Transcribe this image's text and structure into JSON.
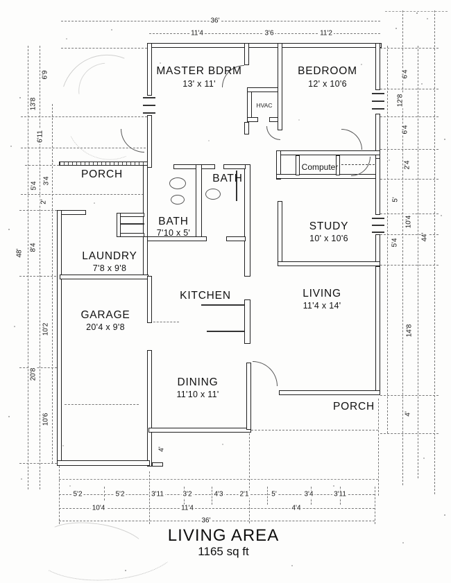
{
  "title": {
    "line1": "LIVING AREA",
    "line2": "1165 sq ft"
  },
  "rooms": [
    {
      "name": "MASTER BDRM",
      "size": "13' x 11'"
    },
    {
      "name": "BEDROOM",
      "size": "12' x 10'6"
    },
    {
      "name": "PORCH",
      "size": ""
    },
    {
      "name": "BATH",
      "size": ""
    },
    {
      "name": "BATH",
      "size": "7'10 x 5'"
    },
    {
      "name": "STUDY",
      "size": "10' x 10'6"
    },
    {
      "name": "LAUNDRY",
      "size": "7'8 x 9'8"
    },
    {
      "name": "KITCHEN",
      "size": ""
    },
    {
      "name": "LIVING",
      "size": "11'4 x 14'"
    },
    {
      "name": "GARAGE",
      "size": "20'4 x 9'8"
    },
    {
      "name": "DINING",
      "size": "11'10 x 11'"
    },
    {
      "name": "PORCH",
      "size": ""
    },
    {
      "name": "HVAC",
      "size": ""
    },
    {
      "name": "Computer",
      "size": ""
    }
  ],
  "dims": {
    "top": [
      "36'",
      "11'4",
      "3'6",
      "11'2"
    ],
    "bottom1": [
      "5'2",
      "5'2",
      "3'11",
      "3'2",
      "4'3",
      "2'1",
      "5'",
      "3'4",
      "3'11"
    ],
    "bottom2": [
      "10'4",
      "11'4",
      "4'4"
    ],
    "bottom3": [
      "36'"
    ],
    "left": [
      "6'9",
      "13'8",
      "6'11",
      "3'4",
      "5'4",
      "2'",
      "8'4",
      "48'",
      "10'2",
      "20'8",
      "10'6"
    ],
    "right": [
      "6'4",
      "12'8",
      "6'4",
      "2'4",
      "5'",
      "10'4",
      "5'4",
      "44'",
      "14'8",
      "4'"
    ],
    "inner": [
      "4'"
    ]
  },
  "colors": {
    "ink": "#1f1f1f",
    "dash_line": "#777777",
    "paper": "#fdfdfc"
  }
}
